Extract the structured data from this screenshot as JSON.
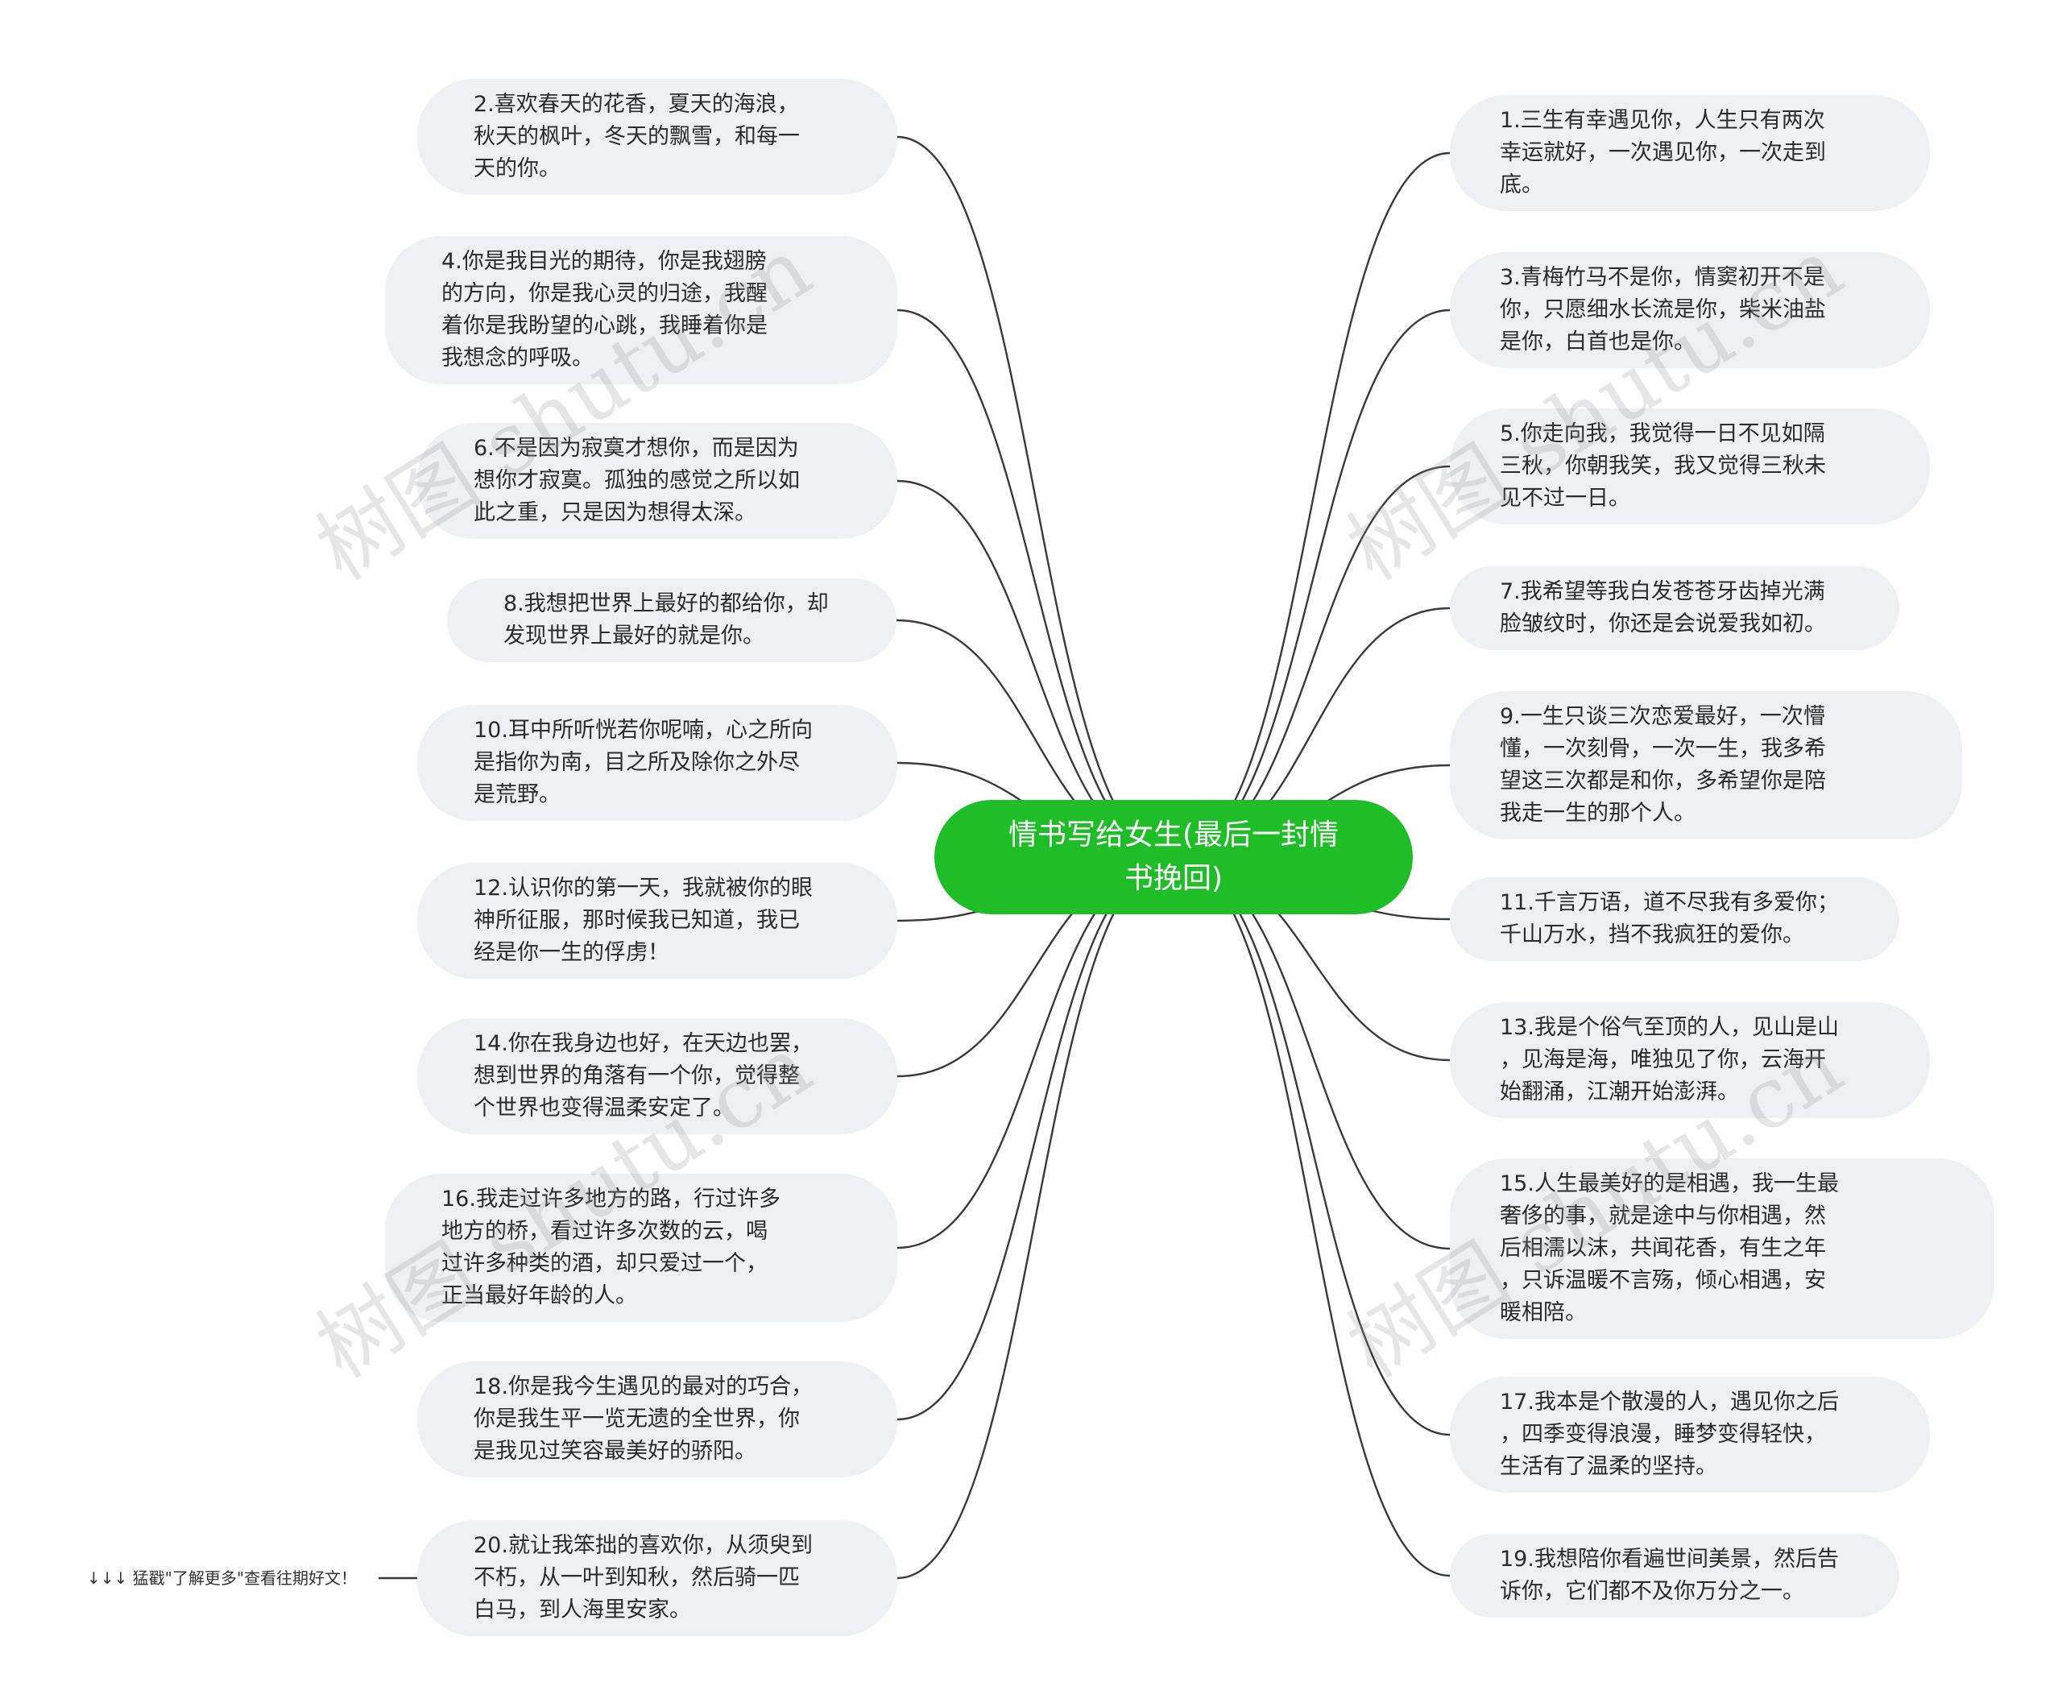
{
  "center": {
    "label": "情书写给女生(最后一封情\n书挽回)",
    "color": "#1fbe29"
  },
  "footer_note": "↓↓↓ 猛戳\"了解更多\"查看往期好文！",
  "watermark": "树图 shutu.cn",
  "colors": {
    "node_bg": "#eef0f3",
    "link": "#3a3a3a",
    "center_bg": "#1fbe29"
  },
  "left_nodes": [
    {
      "label": "2.喜欢春天的花香，夏天的海浪，\n秋天的枫叶，冬天的飘雪，和每一\n天的你。"
    },
    {
      "label": "4.你是我目光的期待，你是我翅膀\n的方向，你是我心灵的归途，我醒\n着你是我盼望的心跳，我睡着你是\n我想念的呼吸。"
    },
    {
      "label": "6.不是因为寂寞才想你，而是因为\n想你才寂寞。孤独的感觉之所以如\n此之重，只是因为想得太深。"
    },
    {
      "label": "8.我想把世界上最好的都给你，却\n发现世界上最好的就是你。"
    },
    {
      "label": "10.耳中所听恍若你呢喃，心之所向\n是指你为南，目之所及除你之外尽\n是荒野。"
    },
    {
      "label": "12.认识你的第一天，我就被你的眼\n神所征服，那时候我已知道，我已\n经是你一生的俘虏！"
    },
    {
      "label": "14.你在我身边也好，在天边也罢，\n想到世界的角落有一个你，觉得整\n个世界也变得温柔安定了。"
    },
    {
      "label": "16.我走过许多地方的路，行过许多\n地方的桥，看过许多次数的云，喝\n过许多种类的酒，却只爱过一个，\n正当最好年龄的人。"
    },
    {
      "label": "18.你是我今生遇见的最对的巧合，\n你是我生平一览无遗的全世界，你\n是我见过笑容最美好的骄阳。"
    },
    {
      "label": "20.就让我笨拙的喜欢你，从须臾到\n不朽，从一叶到知秋，然后骑一匹\n白马，到人海里安家。"
    }
  ],
  "right_nodes": [
    {
      "label": "1.三生有幸遇见你，人生只有两次\n幸运就好，一次遇见你，一次走到\n底。"
    },
    {
      "label": "3.青梅竹马不是你，情窦初开不是\n你，只愿细水长流是你，柴米油盐\n是你，白首也是你。"
    },
    {
      "label": "5.你走向我，我觉得一日不见如隔\n三秋，你朝我笑，我又觉得三秋未\n见不过一日。"
    },
    {
      "label": "7.我希望等我白发苍苍牙齿掉光满\n脸皱纹时，你还是会说爱我如初。"
    },
    {
      "label": "9.一生只谈三次恋爱最好，一次懵\n懂，一次刻骨，一次一生，我多希\n望这三次都是和你，多希望你是陪\n我走一生的那个人。"
    },
    {
      "label": "11.千言万语，道不尽我有多爱你；\n千山万水，挡不我疯狂的爱你。"
    },
    {
      "label": "13.我是个俗气至顶的人，见山是山\n，见海是海，唯独见了你，云海开\n始翻涌，江潮开始澎湃。"
    },
    {
      "label": "15.人生最美好的是相遇，我一生最\n奢侈的事，就是途中与你相遇，然\n后相濡以沫，共闻花香，有生之年\n，只诉温暖不言殇，倾心相遇，安\n暖相陪。"
    },
    {
      "label": "17.我本是个散漫的人，遇见你之后\n，四季变得浪漫，睡梦变得轻快，\n生活有了温柔的坚持。"
    },
    {
      "label": "19.我想陪你看遍世间美景，然后告\n诉你，它们都不及你万分之一。"
    }
  ]
}
